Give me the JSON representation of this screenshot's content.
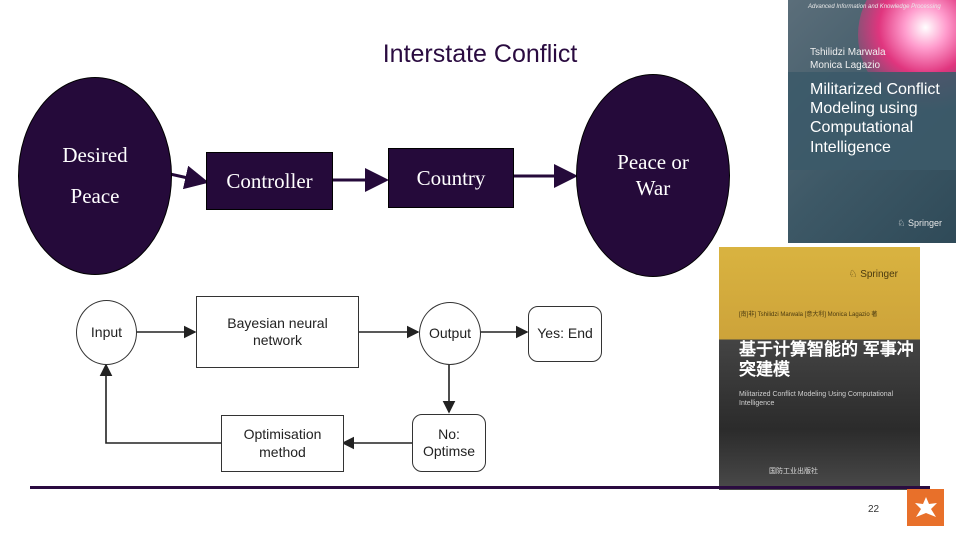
{
  "title": "Interstate Conflict",
  "top_flow": {
    "desired_peace": [
      "Desired",
      "Peace"
    ],
    "controller": "Controller",
    "country": "Country",
    "outcome": [
      "Peace or",
      "War"
    ]
  },
  "bottom_flow": {
    "input": "Input",
    "bnn": "Bayesian neural network",
    "output": "Output",
    "yes_end": "Yes: End",
    "no_optimise": "No: Optimse",
    "optimisation": "Optimisation method"
  },
  "book_english": {
    "series": "Advanced Information and Knowledge Processing",
    "authors": [
      "Tshilidzi Marwala",
      "Monica Lagazio"
    ],
    "title": "Militarized Conflict Modeling using Computational Intelligence",
    "publisher": "Springer"
  },
  "book_chinese": {
    "publisher": "Springer",
    "authors": "[南]非] Tshilidzi Marwala [意大利] Monica Lagazio 著",
    "title": "基于计算智能的 军事冲突建模",
    "english_title": "Militarized Conflict Modeling Using Computational Intelligence",
    "press": "国防工业出版社"
  },
  "page_number": "22",
  "colors": {
    "dark_purple": "#250a3a",
    "accent_orange": "#e8702a"
  }
}
